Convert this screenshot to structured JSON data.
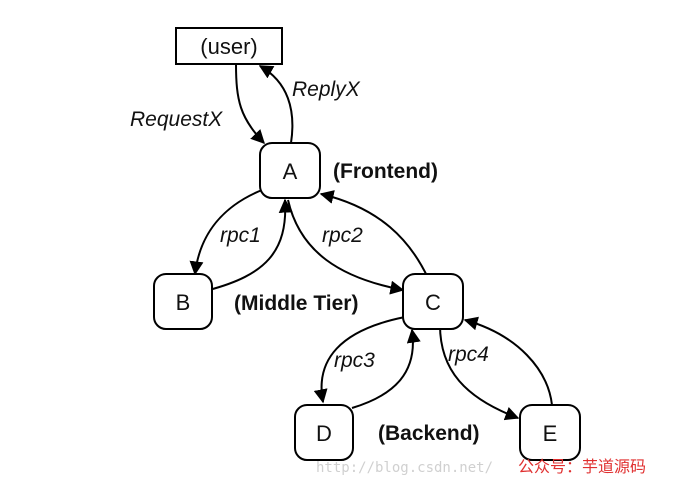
{
  "nodes": {
    "user": "(user)",
    "a": "A",
    "b": "B",
    "c": "C",
    "d": "D",
    "e": "E"
  },
  "edges": {
    "request": "RequestX",
    "reply": "ReplyX",
    "rpc1": "rpc1",
    "rpc2": "rpc2",
    "rpc3": "rpc3",
    "rpc4": "rpc4"
  },
  "tiers": {
    "frontend": "(Frontend)",
    "middle": "(Middle Tier)",
    "backend": "(Backend)"
  },
  "watermark": {
    "url": "http://blog.csdn.net/",
    "account": "公众号：芋道源码"
  }
}
